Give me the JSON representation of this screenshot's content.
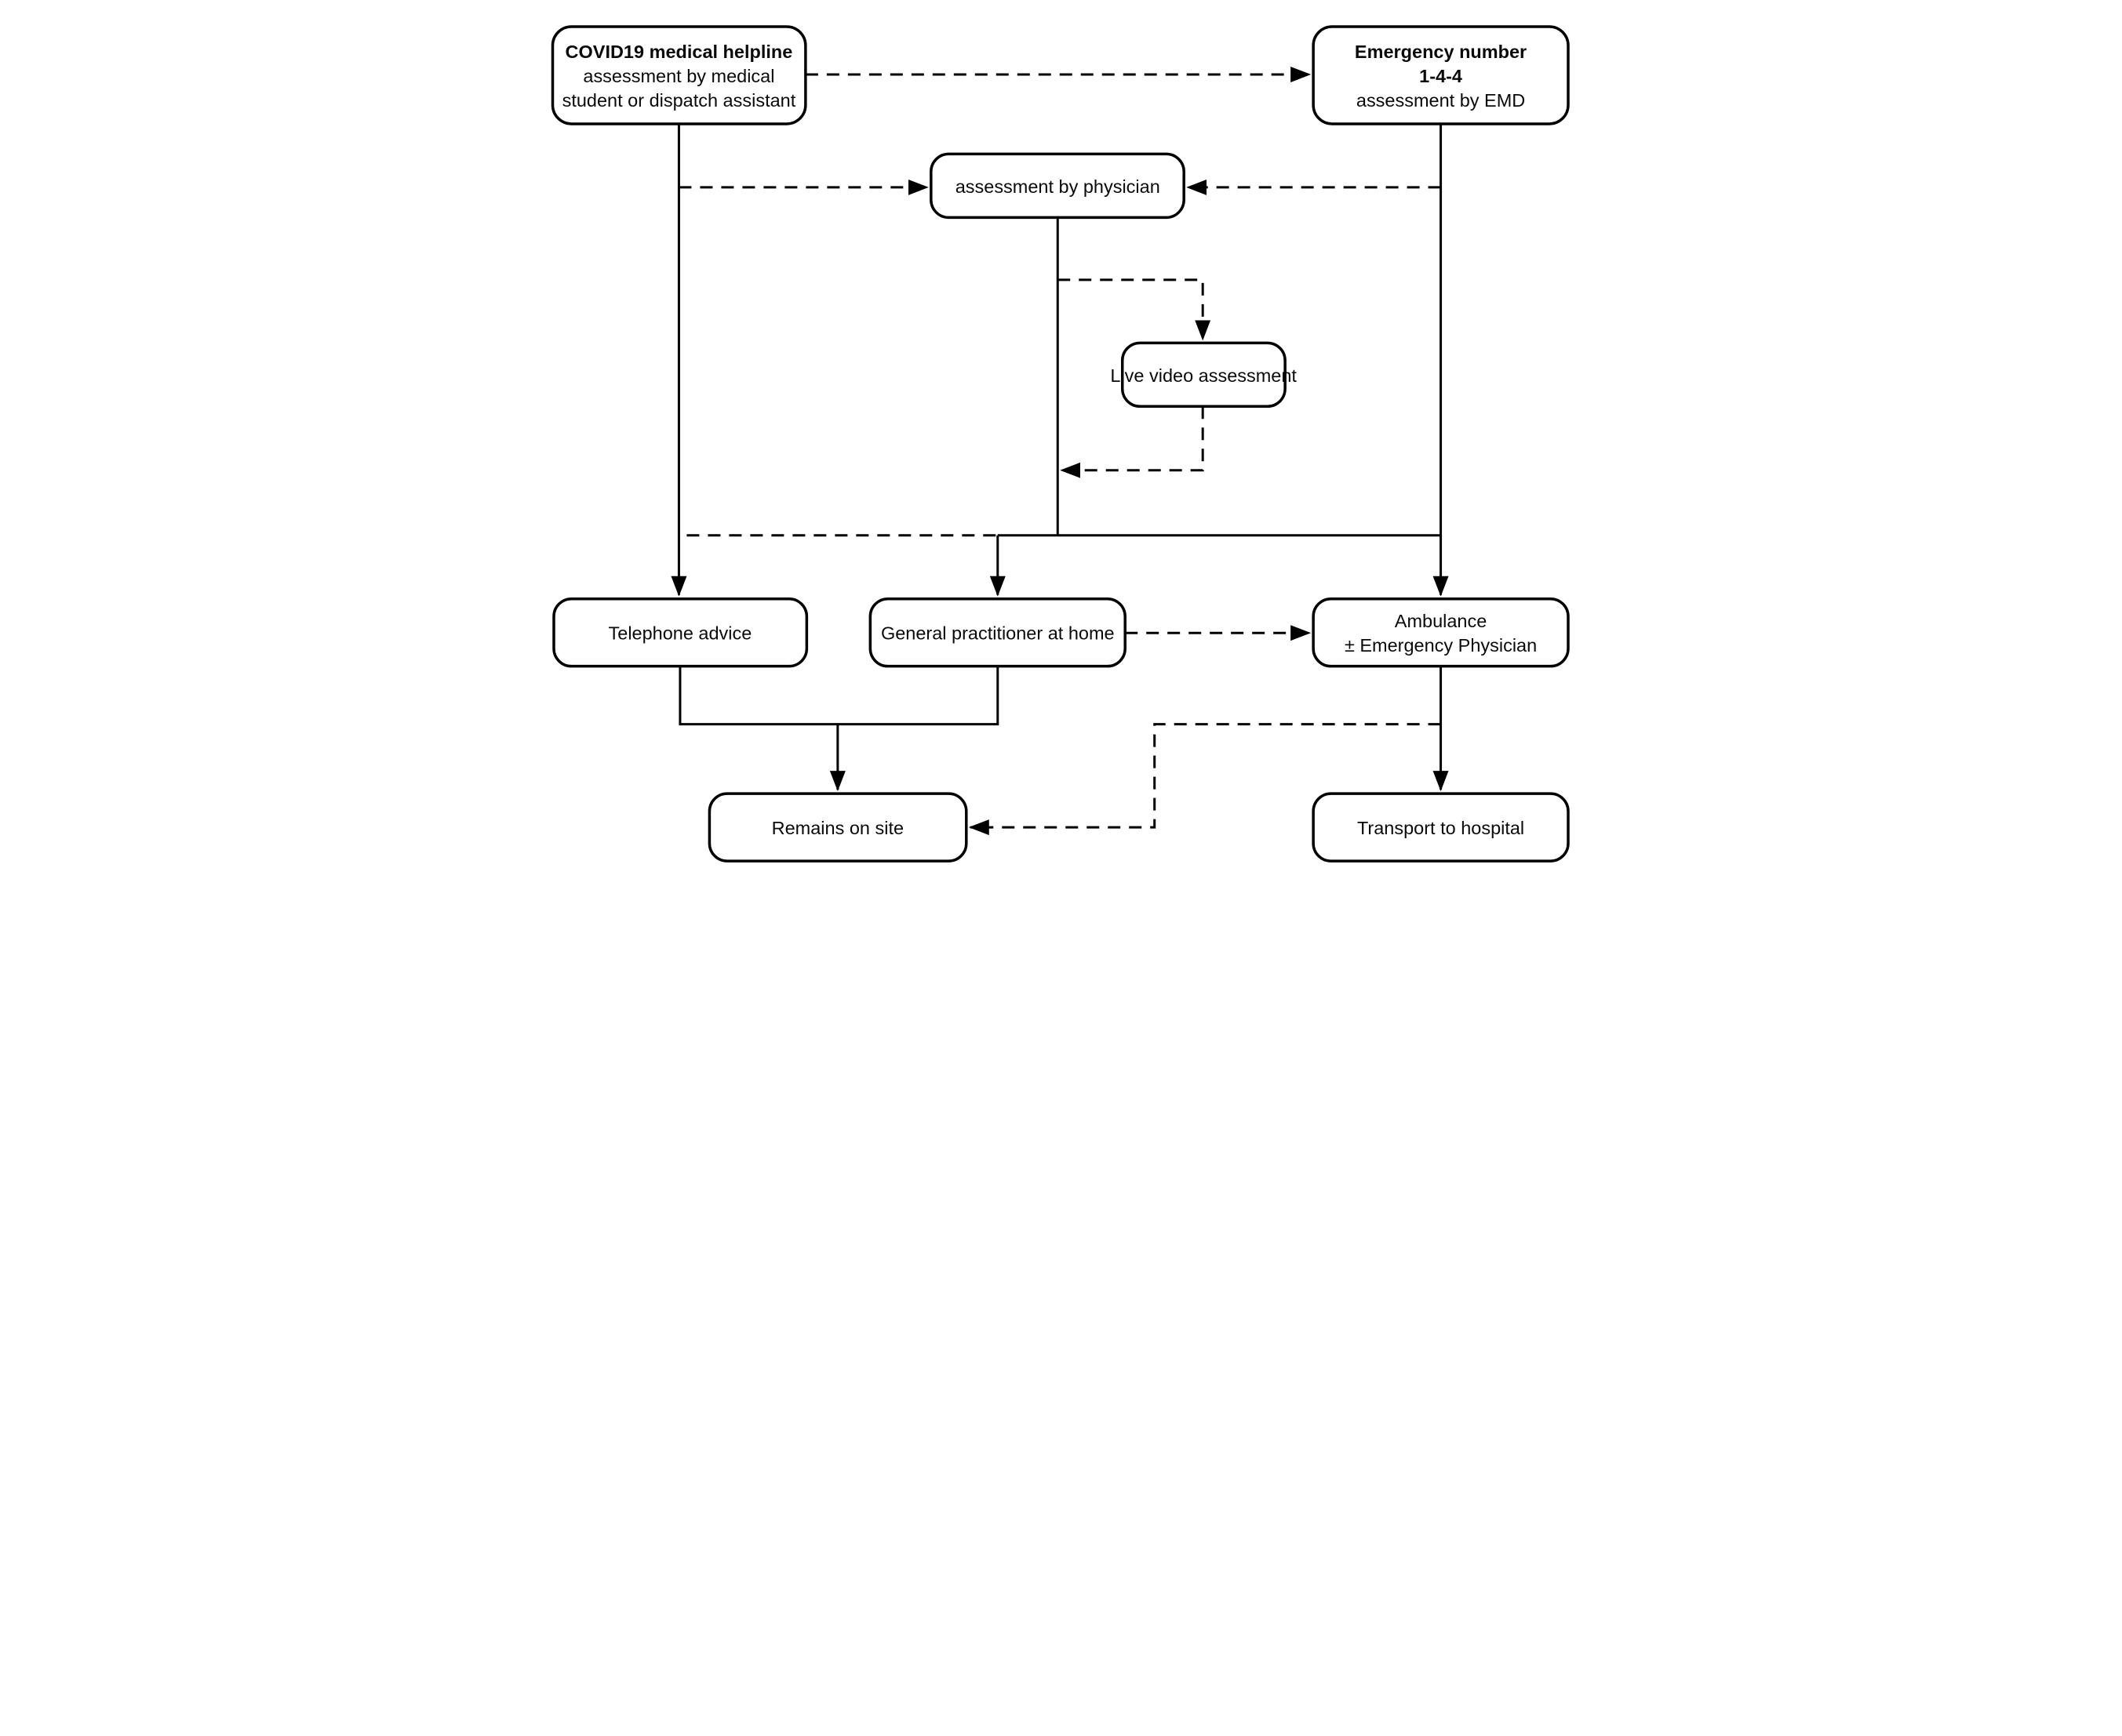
{
  "diagram": {
    "type": "flowchart",
    "background_color": "#ffffff",
    "line_color": "#000000",
    "nodes": {
      "covid_helpline": {
        "line1": "COVID19 medical helpline",
        "line2": "assessment by medical",
        "line3": "student or dispatch assistant"
      },
      "emergency_number": {
        "line1": "Emergency number",
        "line2": "1-4-4",
        "line3": "assessment by EMD"
      },
      "assessment_physician": {
        "line1": "assessment by physician"
      },
      "live_video": {
        "line1": "Live video assessment"
      },
      "telephone_advice": {
        "line1": "Telephone advice"
      },
      "gp_at_home": {
        "line1": "General practitioner at home"
      },
      "ambulance": {
        "line1": "Ambulance",
        "line2": "± Emergency Physician"
      },
      "remains_on_site": {
        "line1": "Remains on site"
      },
      "transport_hospital": {
        "line1": "Transport to hospital"
      }
    },
    "edges": [
      {
        "from": "covid_helpline",
        "to": "emergency_number",
        "style": "dashed",
        "arrow": true
      },
      {
        "from": "covid_helpline",
        "to": "assessment_physician",
        "style": "dashed",
        "arrow": true
      },
      {
        "from": "emergency_number",
        "to": "assessment_physician",
        "style": "dashed",
        "arrow": true
      },
      {
        "from": "covid_helpline",
        "to": "telephone_advice",
        "style": "solid",
        "arrow": true
      },
      {
        "from": "emergency_number",
        "to": "ambulance",
        "style": "solid",
        "arrow": true
      },
      {
        "from": "assessment_physician",
        "to": "live_video",
        "style": "dashed",
        "arrow": true
      },
      {
        "from": "live_video",
        "to": "assessment_physician",
        "style": "dashed",
        "arrow": true
      },
      {
        "from": "assessment_physician",
        "to": "telephone_advice",
        "style": "dashed",
        "arrow": false
      },
      {
        "from": "assessment_physician",
        "to": "gp_at_home",
        "style": "solid",
        "arrow": true
      },
      {
        "from": "assessment_physician",
        "to": "ambulance",
        "style": "solid",
        "arrow": false
      },
      {
        "from": "gp_at_home",
        "to": "ambulance",
        "style": "dashed",
        "arrow": true
      },
      {
        "from": "telephone_advice",
        "to": "remains_on_site",
        "style": "solid",
        "arrow": true
      },
      {
        "from": "gp_at_home",
        "to": "remains_on_site",
        "style": "solid",
        "arrow": true
      },
      {
        "from": "ambulance",
        "to": "transport_hospital",
        "style": "solid",
        "arrow": true
      },
      {
        "from": "ambulance",
        "to": "remains_on_site",
        "style": "dashed",
        "arrow": true
      }
    ]
  }
}
